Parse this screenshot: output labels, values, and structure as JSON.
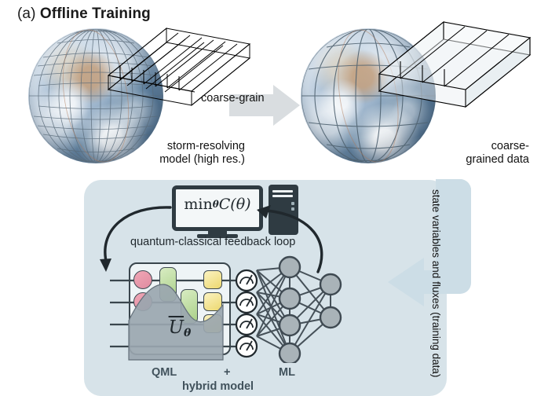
{
  "figure": {
    "panel_label": "(a)",
    "panel_title": "Offline Training"
  },
  "stages": {
    "left_globe_caption_line1": "storm-resolving",
    "left_globe_caption_line2": "model (high res.)",
    "transform_arrow_label": "coarse-grain",
    "right_globe_caption_line1": "coarse-",
    "right_globe_caption_line2": "grained data",
    "data_arrow_label": "state variables and fluxes (training data)"
  },
  "hybrid_panel": {
    "objective": "min",
    "objective_sub": "θ",
    "objective_fn": "C(θ)",
    "loop_label": "quantum-classical feedback loop",
    "unitary": "U",
    "unitary_sub": "θ",
    "qml_label": "QML",
    "plus_label": "+",
    "ml_label": "ML",
    "hybrid_label": "hybrid model"
  },
  "icons": {
    "monitor": "monitor-icon",
    "tower": "computer-tower-icon",
    "measurement": "measurement-gauge-icon",
    "globe": "globe-icon",
    "grid_box": "grid-column-icon"
  },
  "colors": {
    "panel_bg": "#d7e3e9",
    "arrow_gray": "#d9dde0",
    "arrow_blue": "#ccdde6",
    "ink": "#2f3b42",
    "gate_pink": "#e08ba0",
    "gate_green": "#a8cf86",
    "gate_yellow": "#ecd86f",
    "node_gray": "#a9b3b8"
  }
}
